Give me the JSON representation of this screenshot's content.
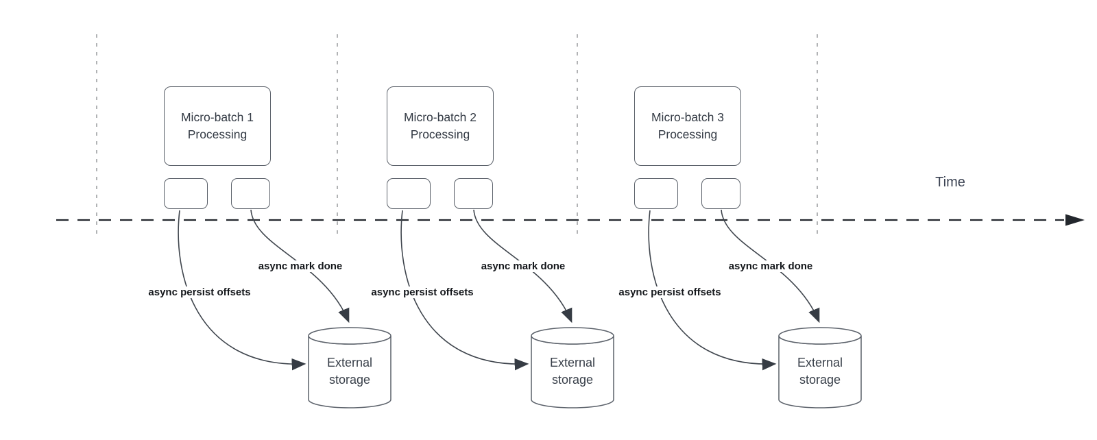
{
  "timeline": {
    "label": "Time"
  },
  "batches": [
    {
      "processing_line1": "Micro-batch 1",
      "processing_line2": "Processing",
      "persist_arrow_label": "async persist offsets",
      "done_arrow_label": "async mark done",
      "storage_label": "External storage"
    },
    {
      "processing_line1": "Micro-batch 2",
      "processing_line2": "Processing",
      "persist_arrow_label": "async persist offsets",
      "done_arrow_label": "async mark done",
      "storage_label": "External storage"
    },
    {
      "processing_line1": "Micro-batch 3",
      "processing_line2": "Processing",
      "persist_arrow_label": "async persist offsets",
      "done_arrow_label": "async mark done",
      "storage_label": "External storage"
    }
  ],
  "colors": {
    "shape_border": "#5a6069",
    "arrow_stroke": "#3f454d",
    "axis_stroke": "#23272d",
    "gridline": "#a9abad",
    "label_text": "#14171b",
    "node_text": "#333a44"
  }
}
